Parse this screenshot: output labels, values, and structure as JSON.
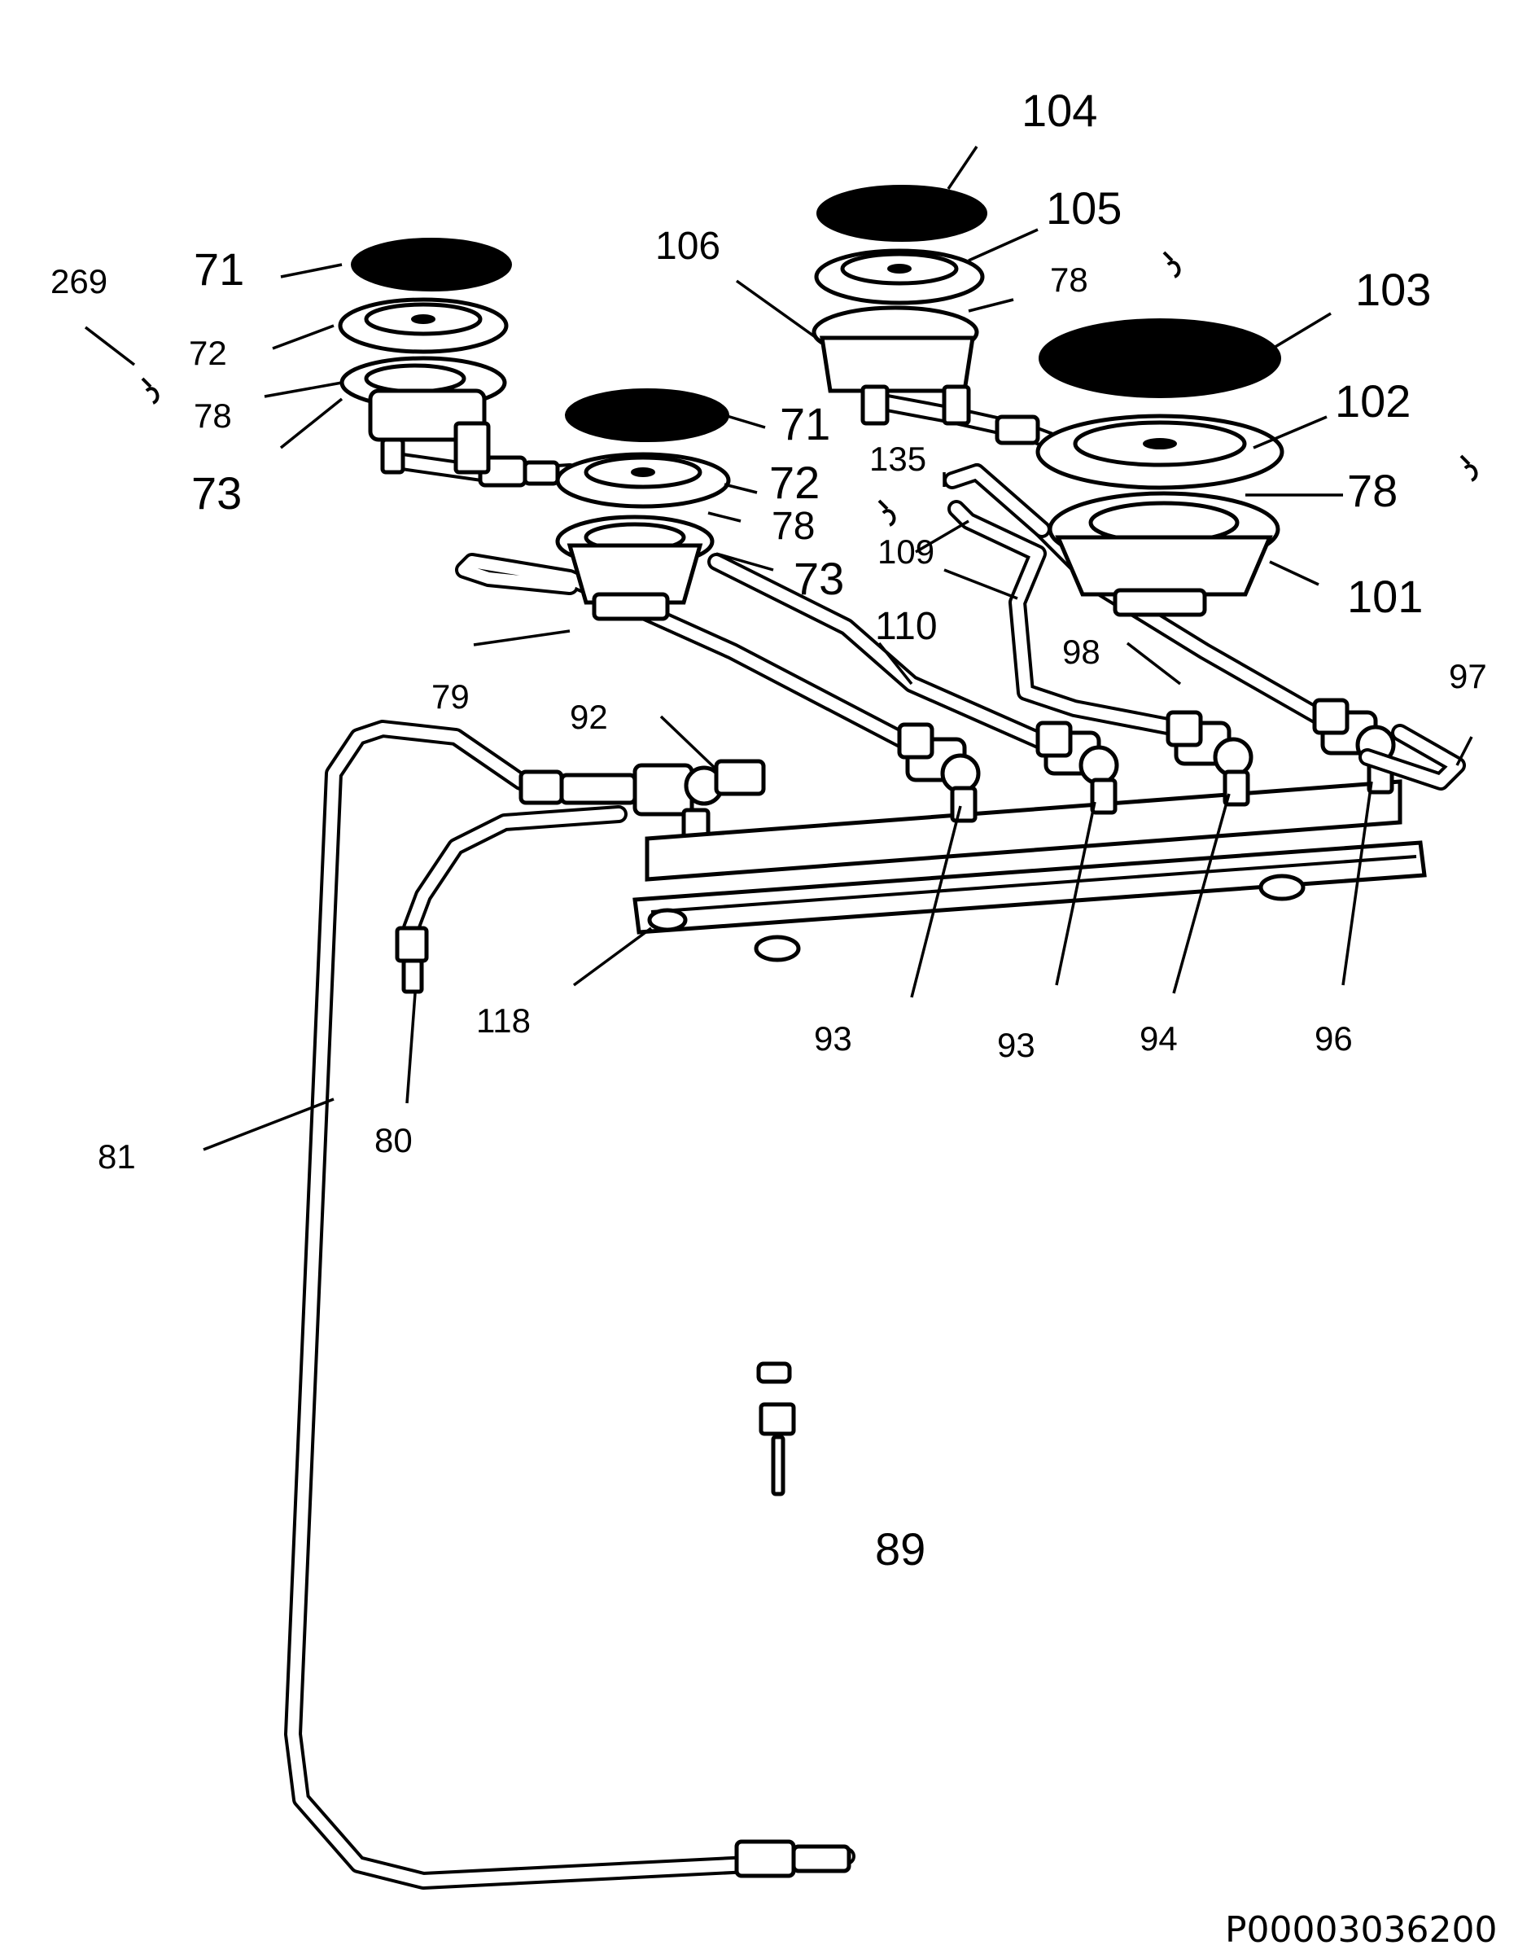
{
  "diagram": {
    "callouts": {
      "c104": "104",
      "c105": "105",
      "c78a": "78",
      "c106": "106",
      "c103": "103",
      "c71a": "71",
      "c269": "269",
      "c72a": "72",
      "c78b": "78",
      "c73a": "73",
      "c71b": "71",
      "c102": "102",
      "c135": "135",
      "c72b": "72",
      "c78c": "78",
      "c78d": "78",
      "c109": "109",
      "c73b": "73",
      "c101": "101",
      "c110": "110",
      "c98": "98",
      "c97": "97",
      "c79": "79",
      "c92": "92",
      "c118": "118",
      "c93a": "93",
      "c93b": "93",
      "c94": "94",
      "c96": "96",
      "c81": "81",
      "c80": "80",
      "c89": "89"
    },
    "reference_code": "P00003036200"
  }
}
